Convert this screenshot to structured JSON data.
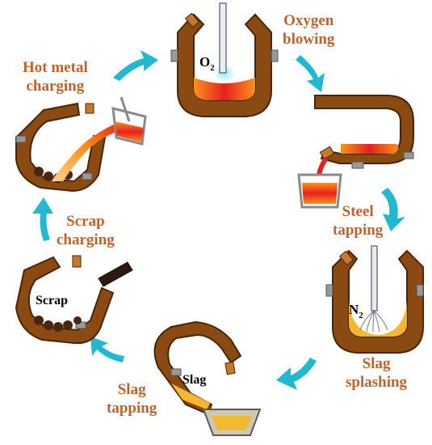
{
  "colors": {
    "shell": "#8b4a12",
    "shell_edge": "#4a2508",
    "label": "#c0622b",
    "arrow": "#22b9d0",
    "molten_hot": "#e8201c",
    "molten_mid": "#f7931e",
    "slag": "#f5b731",
    "scrap": "#4a2512",
    "lance": "#aab2bb",
    "ladle_rim": "#8a8a8a"
  },
  "stages": {
    "hot_metal_charging": {
      "line1": "Hot metal",
      "line2": "charging"
    },
    "oxygen_blowing": {
      "line1": "Oxygen",
      "line2": "blowing"
    },
    "steel_tapping": {
      "line1": "Steel",
      "line2": "tapping"
    },
    "slag_splashing": {
      "line1": "Slag",
      "line2": "splashing"
    },
    "slag_tapping": {
      "line1": "Slag",
      "line2": "tapping"
    },
    "scrap_charging": {
      "line1": "Scrap",
      "line2": "charging"
    }
  },
  "inner_labels": {
    "oxygen": "O",
    "oxygen_sub": "2",
    "nitrogen": "N",
    "nitrogen_sub": "2",
    "scrap": "Scrap",
    "slag": "Slag"
  },
  "icons": [
    "converter-vessel-icon",
    "ladle-icon",
    "lance-icon",
    "cycle-arrow-icon",
    "scrap-chute-icon",
    "slag-pot-icon"
  ]
}
